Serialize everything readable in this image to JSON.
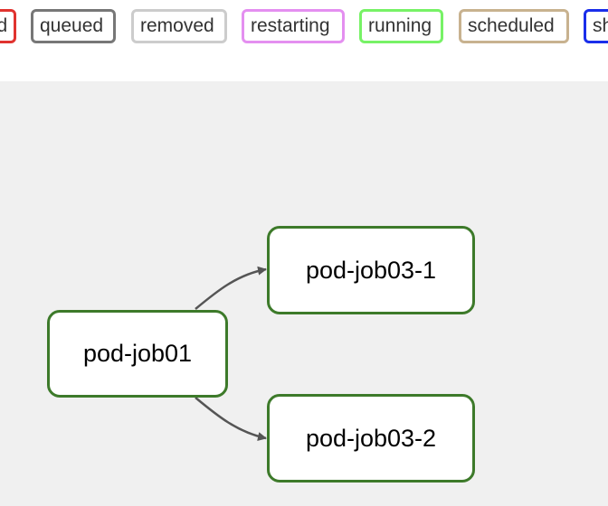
{
  "legend": {
    "items": [
      {
        "label": "failed",
        "color": "#e0332f"
      },
      {
        "label": "queued",
        "color": "#777777"
      },
      {
        "label": "removed",
        "color": "#cccccc"
      },
      {
        "label": "restarting",
        "color": "#e48ff0"
      },
      {
        "label": "running",
        "color": "#77f266"
      },
      {
        "label": "scheduled",
        "color": "#c8b28f"
      },
      {
        "label": "shutdown",
        "color": "#1a2eea"
      }
    ]
  },
  "graph": {
    "node_border_color": "#3d7a2a",
    "nodes": [
      {
        "id": "pod-job01",
        "label": "pod-job01"
      },
      {
        "id": "pod-job03-1",
        "label": "pod-job03-1"
      },
      {
        "id": "pod-job03-2",
        "label": "pod-job03-2"
      }
    ],
    "edges": [
      {
        "from": "pod-job01",
        "to": "pod-job03-1"
      },
      {
        "from": "pod-job01",
        "to": "pod-job03-2"
      }
    ]
  }
}
